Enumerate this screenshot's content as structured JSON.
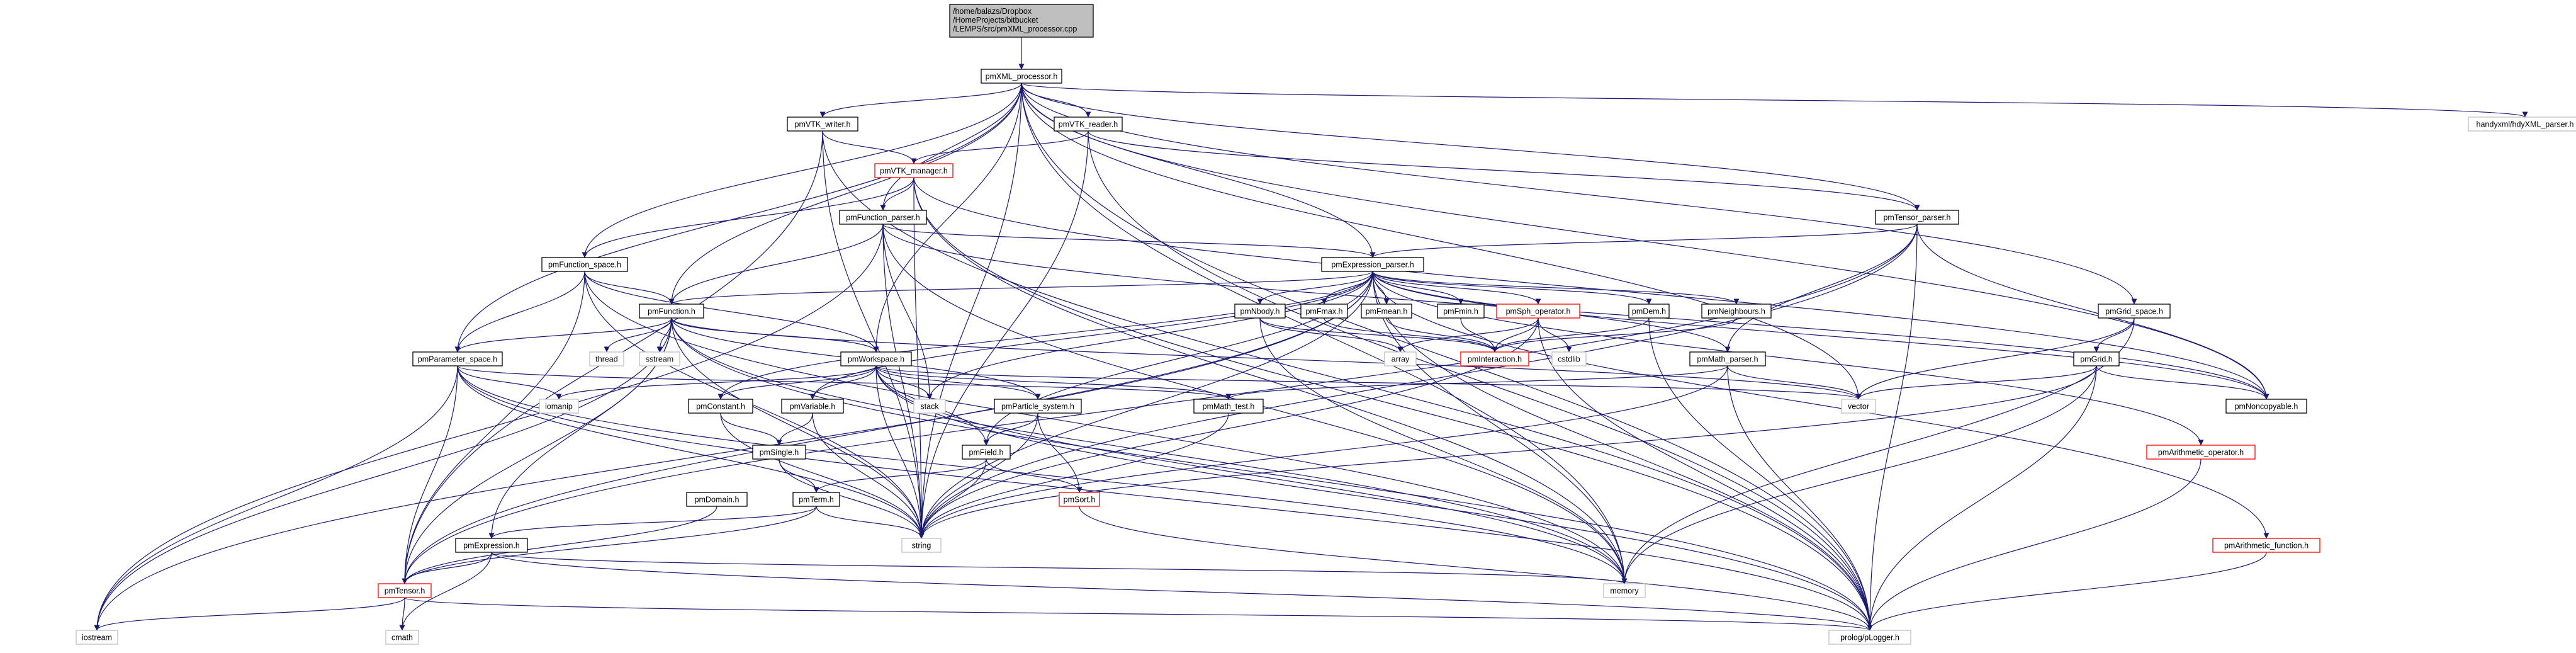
{
  "graph": {
    "title": "",
    "colors": {
      "edge": "#191970",
      "node_border_default": "#000000",
      "node_border_incomplete": "#bfbfbf",
      "node_border_truncated": "#ff0000",
      "root_fill": "#bfbfbf",
      "node_fill": "#ffffff"
    },
    "nodes": [
      {
        "id": "src",
        "label": [
          "/home/balazs/Dropbox",
          "/HomeProjects/bitbucket",
          "/LEMPS/src/pmXML_processor.cpp"
        ],
        "style": "root"
      },
      {
        "id": "xml_h",
        "label": [
          "pmXML_processor.h"
        ],
        "style": "normal"
      },
      {
        "id": "vtkw",
        "label": [
          "pmVTK_writer.h"
        ],
        "style": "normal"
      },
      {
        "id": "vtkr",
        "label": [
          "pmVTK_reader.h"
        ],
        "style": "normal"
      },
      {
        "id": "hdy",
        "label": [
          "handyxml/hdyXML_parser.h"
        ],
        "style": "incomplete"
      },
      {
        "id": "vtkm",
        "label": [
          "pmVTK_manager.h"
        ],
        "style": "truncated"
      },
      {
        "id": "funcp",
        "label": [
          "pmFunction_parser.h"
        ],
        "style": "normal"
      },
      {
        "id": "tensp",
        "label": [
          "pmTensor_parser.h"
        ],
        "style": "normal"
      },
      {
        "id": "funcs",
        "label": [
          "pmFunction_space.h"
        ],
        "style": "normal"
      },
      {
        "id": "exprp",
        "label": [
          "pmExpression_parser.h"
        ],
        "style": "normal"
      },
      {
        "id": "func",
        "label": [
          "pmFunction.h"
        ],
        "style": "normal"
      },
      {
        "id": "nbody",
        "label": [
          "pmNbody.h"
        ],
        "style": "normal"
      },
      {
        "id": "fmax",
        "label": [
          "pmFmax.h"
        ],
        "style": "normal"
      },
      {
        "id": "fmean",
        "label": [
          "pmFmean.h"
        ],
        "style": "normal"
      },
      {
        "id": "fmin",
        "label": [
          "pmFmin.h"
        ],
        "style": "normal"
      },
      {
        "id": "sph",
        "label": [
          "pmSph_operator.h"
        ],
        "style": "truncated"
      },
      {
        "id": "dem",
        "label": [
          "pmDem.h"
        ],
        "style": "normal"
      },
      {
        "id": "neigh",
        "label": [
          "pmNeighbours.h"
        ],
        "style": "normal"
      },
      {
        "id": "grids",
        "label": [
          "pmGrid_space.h"
        ],
        "style": "normal"
      },
      {
        "id": "thread",
        "label": [
          "thread"
        ],
        "style": "incomplete"
      },
      {
        "id": "sstream",
        "label": [
          "sstream"
        ],
        "style": "incomplete"
      },
      {
        "id": "array",
        "label": [
          "array"
        ],
        "style": "incomplete"
      },
      {
        "id": "inter",
        "label": [
          "pmInteraction.h"
        ],
        "style": "truncated"
      },
      {
        "id": "cstdlib",
        "label": [
          "cstdlib"
        ],
        "style": "incomplete"
      },
      {
        "id": "grid",
        "label": [
          "pmGrid.h"
        ],
        "style": "normal"
      },
      {
        "id": "param",
        "label": [
          "pmParameter_space.h"
        ],
        "style": "normal"
      },
      {
        "id": "ws",
        "label": [
          "pmWorkspace.h"
        ],
        "style": "normal"
      },
      {
        "id": "iomanip",
        "label": [
          "iomanip"
        ],
        "style": "incomplete"
      },
      {
        "id": "mathp",
        "label": [
          "pmMath_parser.h"
        ],
        "style": "normal"
      },
      {
        "id": "noncopy",
        "label": [
          "pmNoncopyable.h"
        ],
        "style": "normal"
      },
      {
        "id": "vector",
        "label": [
          "vector"
        ],
        "style": "incomplete"
      },
      {
        "id": "const",
        "label": [
          "pmConstant.h"
        ],
        "style": "normal"
      },
      {
        "id": "var",
        "label": [
          "pmVariable.h"
        ],
        "style": "normal"
      },
      {
        "id": "stack",
        "label": [
          "stack"
        ],
        "style": "incomplete"
      },
      {
        "id": "part",
        "label": [
          "pmParticle_system.h"
        ],
        "style": "normal"
      },
      {
        "id": "mtest",
        "label": [
          "pmMath_test.h"
        ],
        "style": "normal"
      },
      {
        "id": "aop",
        "label": [
          "pmArithmetic_operator.h"
        ],
        "style": "truncated"
      },
      {
        "id": "single",
        "label": [
          "pmSingle.h"
        ],
        "style": "normal"
      },
      {
        "id": "field",
        "label": [
          "pmField.h"
        ],
        "style": "normal"
      },
      {
        "id": "domain",
        "label": [
          "pmDomain.h"
        ],
        "style": "normal"
      },
      {
        "id": "term",
        "label": [
          "pmTerm.h"
        ],
        "style": "normal"
      },
      {
        "id": "sort",
        "label": [
          "pmSort.h"
        ],
        "style": "truncated"
      },
      {
        "id": "string",
        "label": [
          "string"
        ],
        "style": "incomplete"
      },
      {
        "id": "expr",
        "label": [
          "pmExpression.h"
        ],
        "style": "normal"
      },
      {
        "id": "afunc",
        "label": [
          "pmArithmetic_function.h"
        ],
        "style": "truncated"
      },
      {
        "id": "memory",
        "label": [
          "memory"
        ],
        "style": "incomplete"
      },
      {
        "id": "tensor",
        "label": [
          "pmTensor.h"
        ],
        "style": "truncated"
      },
      {
        "id": "iostream",
        "label": [
          "iostream"
        ],
        "style": "incomplete"
      },
      {
        "id": "cmath",
        "label": [
          "cmath"
        ],
        "style": "incomplete"
      },
      {
        "id": "logger",
        "label": [
          "prolog/pLogger.h"
        ],
        "style": "incomplete"
      }
    ],
    "edges": [
      [
        "src",
        "xml_h"
      ],
      [
        "xml_h",
        "vtkw"
      ],
      [
        "xml_h",
        "vtkr"
      ],
      [
        "xml_h",
        "hdy"
      ],
      [
        "xml_h",
        "funcp"
      ],
      [
        "xml_h",
        "tensp"
      ],
      [
        "xml_h",
        "funcs"
      ],
      [
        "xml_h",
        "exprp"
      ],
      [
        "xml_h",
        "func"
      ],
      [
        "xml_h",
        "grids"
      ],
      [
        "xml_h",
        "param"
      ],
      [
        "xml_h",
        "ws"
      ],
      [
        "xml_h",
        "noncopy"
      ],
      [
        "xml_h",
        "vector"
      ],
      [
        "xml_h",
        "string"
      ],
      [
        "xml_h",
        "memory"
      ],
      [
        "xml_h",
        "logger"
      ],
      [
        "vtkw",
        "vtkm"
      ],
      [
        "vtkw",
        "string"
      ],
      [
        "vtkw",
        "tensor"
      ],
      [
        "vtkw",
        "logger"
      ],
      [
        "vtkr",
        "vtkm"
      ],
      [
        "vtkr",
        "tensp"
      ],
      [
        "vtkr",
        "string"
      ],
      [
        "vtkr",
        "logger"
      ],
      [
        "vtkm",
        "funcp"
      ],
      [
        "vtkm",
        "funcs"
      ],
      [
        "vtkm",
        "string"
      ],
      [
        "vtkm",
        "memory"
      ],
      [
        "vtkm",
        "noncopy"
      ],
      [
        "vtkm",
        "logger"
      ],
      [
        "funcp",
        "exprp"
      ],
      [
        "funcp",
        "func"
      ],
      [
        "funcp",
        "iostream"
      ],
      [
        "funcp",
        "stack"
      ],
      [
        "funcp",
        "string"
      ],
      [
        "funcp",
        "memory"
      ],
      [
        "funcp",
        "noncopy"
      ],
      [
        "tensp",
        "exprp"
      ],
      [
        "tensp",
        "mathp"
      ],
      [
        "tensp",
        "noncopy"
      ],
      [
        "tensp",
        "tensor"
      ],
      [
        "tensp",
        "logger"
      ],
      [
        "tensp",
        "string"
      ],
      [
        "funcs",
        "func"
      ],
      [
        "funcs",
        "ws"
      ],
      [
        "funcs",
        "param"
      ],
      [
        "funcs",
        "string"
      ],
      [
        "funcs",
        "tensor"
      ],
      [
        "funcs",
        "memory"
      ],
      [
        "exprp",
        "func"
      ],
      [
        "exprp",
        "nbody"
      ],
      [
        "exprp",
        "fmax"
      ],
      [
        "exprp",
        "fmean"
      ],
      [
        "exprp",
        "fmin"
      ],
      [
        "exprp",
        "sph"
      ],
      [
        "exprp",
        "dem"
      ],
      [
        "exprp",
        "neigh"
      ],
      [
        "exprp",
        "mathp"
      ],
      [
        "exprp",
        "noncopy"
      ],
      [
        "exprp",
        "aop"
      ],
      [
        "exprp",
        "afunc"
      ],
      [
        "exprp",
        "const"
      ],
      [
        "exprp",
        "var"
      ],
      [
        "exprp",
        "stack"
      ],
      [
        "exprp",
        "field"
      ],
      [
        "exprp",
        "string"
      ],
      [
        "exprp",
        "memory"
      ],
      [
        "exprp",
        "logger"
      ],
      [
        "exprp",
        "iostream"
      ],
      [
        "exprp",
        "tensor"
      ],
      [
        "func",
        "thread"
      ],
      [
        "func",
        "sstream"
      ],
      [
        "func",
        "ws"
      ],
      [
        "func",
        "param"
      ],
      [
        "func",
        "expr"
      ],
      [
        "func",
        "part"
      ],
      [
        "func",
        "string"
      ],
      [
        "func",
        "iostream"
      ],
      [
        "func",
        "memory"
      ],
      [
        "func",
        "logger"
      ],
      [
        "func",
        "vector"
      ],
      [
        "func",
        "tensor"
      ],
      [
        "nbody",
        "array"
      ],
      [
        "nbody",
        "inter"
      ],
      [
        "nbody",
        "memory"
      ],
      [
        "fmax",
        "inter"
      ],
      [
        "fmean",
        "inter"
      ],
      [
        "fmin",
        "inter"
      ],
      [
        "sph",
        "inter"
      ],
      [
        "sph",
        "array"
      ],
      [
        "sph",
        "cstdlib"
      ],
      [
        "sph",
        "string"
      ],
      [
        "sph",
        "logger"
      ],
      [
        "dem",
        "inter"
      ],
      [
        "dem",
        "logger"
      ],
      [
        "neigh",
        "inter"
      ],
      [
        "grids",
        "grid"
      ],
      [
        "grids",
        "vector"
      ],
      [
        "grids",
        "memory"
      ],
      [
        "grid",
        "noncopy"
      ],
      [
        "grid",
        "vector"
      ],
      [
        "grid",
        "string"
      ],
      [
        "grid",
        "memory"
      ],
      [
        "grid",
        "logger"
      ],
      [
        "param",
        "iomanip"
      ],
      [
        "param",
        "mtest"
      ],
      [
        "param",
        "string"
      ],
      [
        "param",
        "iostream"
      ],
      [
        "param",
        "memory"
      ],
      [
        "param",
        "logger"
      ],
      [
        "param",
        "tensor"
      ],
      [
        "ws",
        "iomanip"
      ],
      [
        "ws",
        "const"
      ],
      [
        "ws",
        "var"
      ],
      [
        "ws",
        "stack"
      ],
      [
        "ws",
        "field"
      ],
      [
        "ws",
        "part"
      ],
      [
        "ws",
        "mtest"
      ],
      [
        "ws",
        "string"
      ],
      [
        "ws",
        "memory"
      ],
      [
        "ws",
        "logger"
      ],
      [
        "ws",
        "vector"
      ],
      [
        "mathp",
        "mtest"
      ],
      [
        "mathp",
        "vector"
      ],
      [
        "mathp",
        "string"
      ],
      [
        "mathp",
        "logger"
      ],
      [
        "const",
        "single"
      ],
      [
        "const",
        "string"
      ],
      [
        "var",
        "single"
      ],
      [
        "var",
        "string"
      ],
      [
        "part",
        "field"
      ],
      [
        "part",
        "sort"
      ],
      [
        "part",
        "string"
      ],
      [
        "mtest",
        "string"
      ],
      [
        "single",
        "term"
      ],
      [
        "single",
        "string"
      ],
      [
        "field",
        "term"
      ],
      [
        "field",
        "sort"
      ],
      [
        "field",
        "string"
      ],
      [
        "domain",
        "tensor"
      ],
      [
        "term",
        "expr"
      ],
      [
        "term",
        "string"
      ],
      [
        "term",
        "tensor"
      ],
      [
        "sort",
        "logger"
      ],
      [
        "expr",
        "tensor"
      ],
      [
        "expr",
        "cmath"
      ],
      [
        "expr",
        "memory"
      ],
      [
        "expr",
        "logger"
      ],
      [
        "aop",
        "logger"
      ],
      [
        "afunc",
        "logger"
      ],
      [
        "tensor",
        "iostream"
      ],
      [
        "tensor",
        "cmath"
      ],
      [
        "tensor",
        "logger"
      ]
    ]
  }
}
